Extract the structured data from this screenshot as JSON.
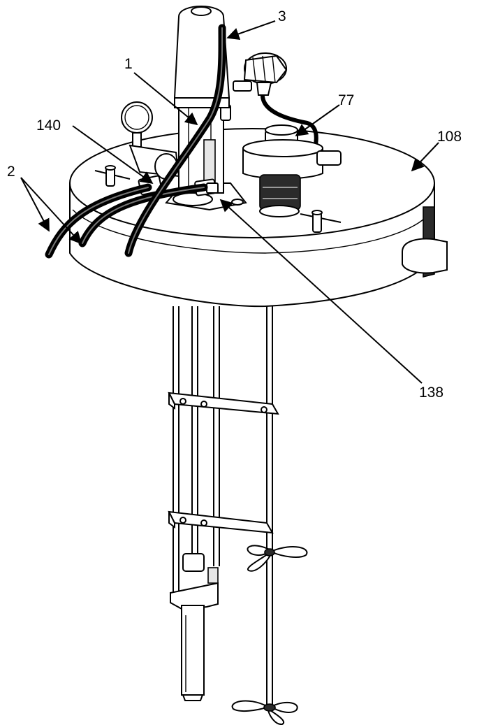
{
  "diagram": {
    "callouts": [
      {
        "id": "c1",
        "label": "1"
      },
      {
        "id": "c2",
        "label": "2"
      },
      {
        "id": "c3",
        "label": "3"
      },
      {
        "id": "c77",
        "label": "77"
      },
      {
        "id": "c108",
        "label": "108"
      },
      {
        "id": "c138",
        "label": "138"
      },
      {
        "id": "c140",
        "label": "140"
      }
    ]
  }
}
